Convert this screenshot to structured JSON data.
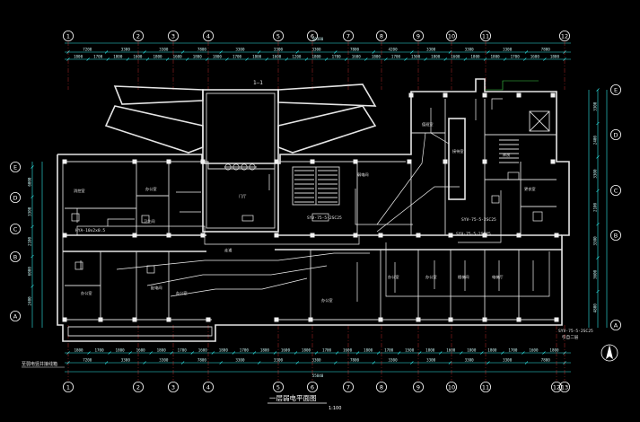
{
  "title": "一层弱电平面图",
  "scale": "1:100",
  "axes_top": [
    "1",
    "2",
    "3",
    "4",
    "5",
    "6",
    "7",
    "8",
    "9",
    "10",
    "11",
    "12"
  ],
  "axes_bottom": [
    "1",
    "2",
    "3",
    "4",
    "5",
    "6",
    "7",
    "8",
    "9",
    "10",
    "11",
    "12",
    "13"
  ],
  "axes_left": [
    "E",
    "D",
    "C",
    "B",
    "A"
  ],
  "axes_right": [
    "E",
    "D",
    "C",
    "B",
    "A"
  ],
  "overall_top": "50380",
  "overall_bottom": "55840",
  "dims_top_1": [
    "7200",
    "3300",
    "3300",
    "7800",
    "3300",
    "3300",
    "3300",
    "7800",
    "4200",
    "3300",
    "3300",
    "3300",
    "7800"
  ],
  "dims_top_2": [
    "1800",
    "1700",
    "1800",
    "1600",
    "1800",
    "1600",
    "1800",
    "1800",
    "1700",
    "1800",
    "1600",
    "1200",
    "1800",
    "1700",
    "1600",
    "1800",
    "1700",
    "1500",
    "1800",
    "1600",
    "1800",
    "1800",
    "1700",
    "1600",
    "1800"
  ],
  "dims_bottom_1": [
    "1800",
    "1700",
    "1800",
    "1600",
    "1800",
    "1700",
    "1600",
    "1800",
    "1700",
    "1800",
    "1600",
    "1800",
    "1700",
    "1600",
    "1800",
    "1700",
    "1500",
    "1800",
    "1600",
    "1800",
    "1800",
    "1700",
    "1600",
    "1800"
  ],
  "dims_bottom_2": [
    "7200",
    "3300",
    "3300",
    "7800",
    "3300",
    "3300",
    "3300",
    "7800",
    "3300",
    "3300",
    "3300",
    "3300",
    "7800"
  ],
  "dims_left": [
    "6000",
    "3300",
    "2100",
    "6000",
    "2400"
  ],
  "dims_right": [
    "3300",
    "2400",
    "3300",
    "2100",
    "3300",
    "3600",
    "4800"
  ],
  "room_labels": [
    "消控室",
    "办公室",
    "卫生间",
    "门厅",
    "走道",
    "配电间",
    "弱电间",
    "值班室",
    "办公室",
    "办公室",
    "办公室",
    "办公室",
    "办公室",
    "楼梯间",
    "电梯厅",
    "库房",
    "更衣室",
    "接待室"
  ],
  "cable_labels": [
    "SYV-75-5-2SC25",
    "SYV-75-5-2SC25",
    "HYA-10x2x0.5",
    "SYV-75-5-2SC25"
  ],
  "note_left": "至弱电竖井接线箱",
  "note_right": "SYV-75-5-2SC25",
  "note_right_2": "引自二层",
  "section_mark": "1—1"
}
